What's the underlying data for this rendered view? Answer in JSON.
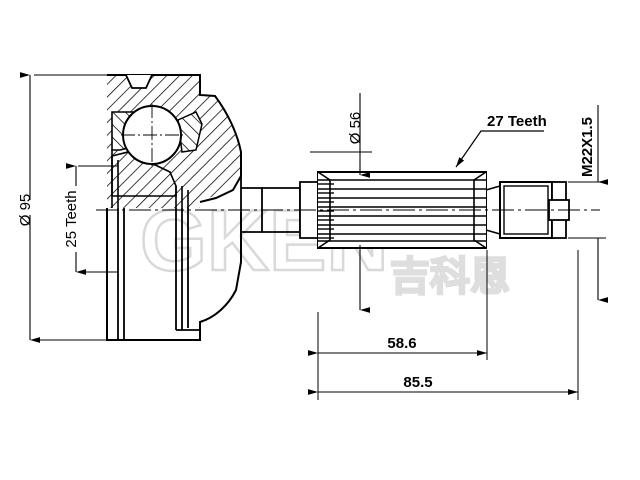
{
  "drawing": {
    "title": "CV Joint Outer Assembly Technical Drawing",
    "type": "engineering-section-view",
    "units": "mm",
    "line_color": "#000000",
    "background_color": "#ffffff",
    "watermark_color": "#d9d9d9"
  },
  "dimensions": {
    "outer_diameter": {
      "label": "Ø 95",
      "value": 95,
      "orientation": "vertical",
      "position": "left"
    },
    "spline_teeth_inner": {
      "label": "25 Teeth",
      "count": 25,
      "orientation": "vertical",
      "position": "left-inner"
    },
    "shaft_diameter": {
      "label": "Ø 56",
      "value": 56,
      "orientation": "vertical",
      "position": "center-top"
    },
    "spline_teeth_outer": {
      "label": "27 Teeth",
      "count": 27,
      "orientation": "leader",
      "position": "top-right"
    },
    "thread_spec": {
      "label": "M22X1.5",
      "orientation": "vertical",
      "position": "far-right"
    },
    "length_partial": {
      "label": "58.6",
      "value": 58.6,
      "orientation": "horizontal",
      "position": "bottom"
    },
    "length_total": {
      "label": "85.5",
      "value": 85.5,
      "orientation": "horizontal",
      "position": "bottom"
    }
  },
  "watermark": {
    "latin_text": "GKEN",
    "cjk_text": "吉科恩"
  }
}
